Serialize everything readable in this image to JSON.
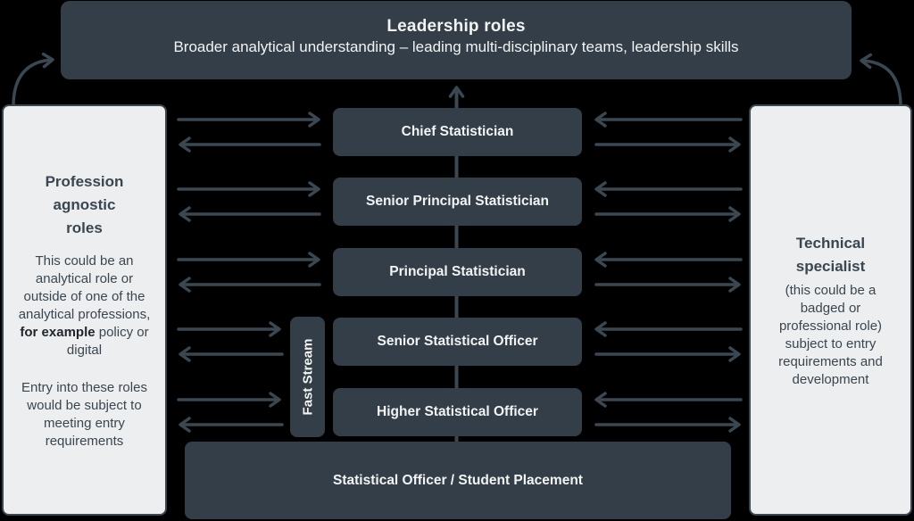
{
  "banner": {
    "title": "Leadership roles",
    "subtitle": "Broader analytical understanding – leading multi-disciplinary teams, leadership skills"
  },
  "left_panel": {
    "heading": "Profession agnostic roles",
    "para1": {
      "a": "This could be an analytical role or outside of one of the analytical professions, ",
      "b": "for example",
      "c": " policy or digital"
    },
    "para2": "Entry into these roles would be subject to meeting entry requirements"
  },
  "right_panel": {
    "heading": "Technical specialist",
    "body": "(this could be a badged or professional role) subject to entry requirements and development"
  },
  "ladder": {
    "roles": [
      {
        "label": "Chief Statistician"
      },
      {
        "label": "Senior Principal Statistician"
      },
      {
        "label": "Principal Statistician"
      },
      {
        "label": "Senior Statistical Officer"
      },
      {
        "label": "Higher Statistical Officer"
      }
    ],
    "fast_stream": {
      "label": "Fast Stream"
    },
    "base": {
      "label": "Statistical Officer / Student Placement"
    }
  },
  "colors": {
    "background": "#000000",
    "box_dark": "#333e48",
    "panel_light": "#edeeef",
    "arrow": "#3b4751",
    "text_light": "#f2f4f4",
    "text_dark": "#3a4650"
  }
}
